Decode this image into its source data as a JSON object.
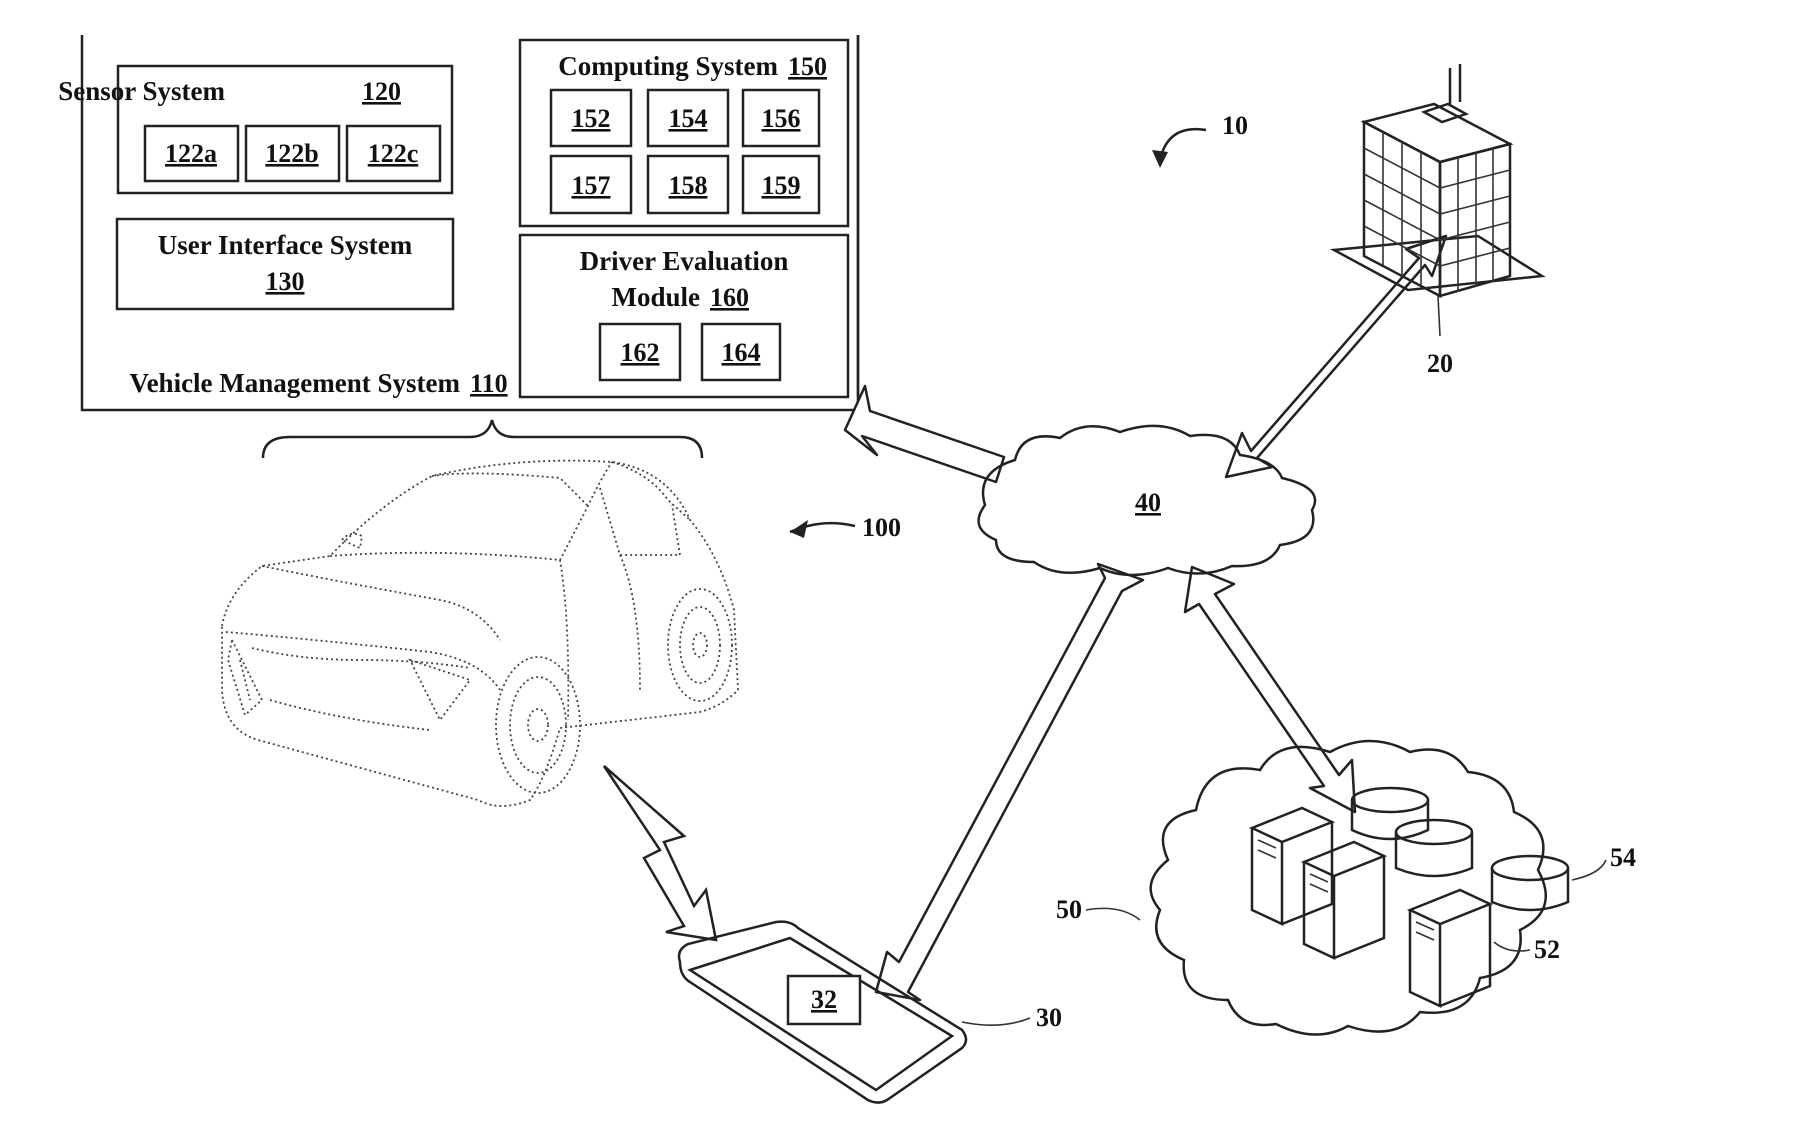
{
  "vms": {
    "label": "Vehicle Management System",
    "ref": "110",
    "sensor": {
      "label": "Sensor System",
      "ref": "120",
      "items": [
        "122a",
        "122b",
        "122c"
      ]
    },
    "ui": {
      "label": "User Interface System",
      "ref": "130"
    },
    "computing": {
      "label": "Computing System",
      "ref": "150",
      "items": [
        "152",
        "154",
        "156",
        "157",
        "158",
        "159"
      ]
    },
    "driver_eval": {
      "label_line1": "Driver Evaluation",
      "label_line2": "Module",
      "ref": "160",
      "items": [
        "162",
        "164"
      ]
    }
  },
  "refs": {
    "system": "10",
    "building": "20",
    "phone": "30",
    "phone_module": "32",
    "network": "40",
    "cloud": "50",
    "server": "52",
    "database": "54",
    "vehicle": "100"
  },
  "icons": [
    "vehicle-icon",
    "building-icon",
    "smartphone-icon",
    "network-cloud-icon",
    "server-cloud-icon",
    "wireless-signal-icon"
  ]
}
